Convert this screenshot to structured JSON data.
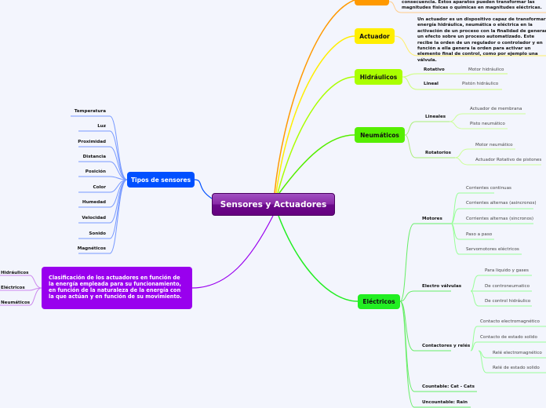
{
  "central": {
    "label": "Sensores y Actuadores",
    "color": "#6a0a8a"
  },
  "sensor_def": {
    "lines": [
      "consecuencia. Estos aparatos pueden transformar las",
      "magnitudes físicas o químicas en magnitudes eléctricas."
    ],
    "color": "#ff9900"
  },
  "actuador": {
    "label": "Actuador",
    "color": "#ffee00",
    "description": "Un actuador es un dispositivo capaz de transformar energía hidráulica, neumática o eléctrica en la activación de un proceso con la finalidad de generar un efecto sobre un proceso automatizado. Este recibe la orden de un regulador o controlador y en función a ella genera la orden para activar un elemento final de control, como por ejemplo una válvula."
  },
  "hidraulicos": {
    "label": "Hidráulicos",
    "color": "#aaff00",
    "children": [
      {
        "label": "Rotativo",
        "item": "Motor hidráulico"
      },
      {
        "label": "Lineal",
        "item": "Pistón hidráulico"
      }
    ]
  },
  "neumaticos": {
    "label": "Neumáticos",
    "color": "#55ee00",
    "children": [
      {
        "label": "Lineales",
        "items": [
          "Actuador de membrana",
          "Pisto neumático"
        ]
      },
      {
        "label": "Rotatorios",
        "items": [
          "Motor neumático",
          "Actuador Rotativo de pistones"
        ]
      }
    ]
  },
  "electricos": {
    "label": "Eléctricos",
    "color": "#22ee22",
    "children": [
      {
        "label": "Motores",
        "items": [
          "Corrientes continuas",
          "Corrientes alternas (asincronos)",
          "Corrientes alternas (sincronos)",
          "Paso a paso",
          "Servomotores eléctricos"
        ]
      },
      {
        "label": "Electro válvulas",
        "items": [
          "Para liquido y gases",
          "De controneumatico",
          "De control hidráulico"
        ]
      },
      {
        "label": "Contactores y relés",
        "items": [
          "Contacto electromagnético",
          "Contacto de estado solido",
          "Relé electromagnético",
          "Relé de estado solido"
        ]
      },
      {
        "label": "Countable: Cat - Cats"
      },
      {
        "label": "Uncountable: Rain"
      }
    ]
  },
  "tipos_sensores": {
    "label": "Tipos de sensores",
    "color": "#0050ff",
    "items": [
      "Temperatura",
      "Luz",
      "Proximidad",
      "Distancia",
      "Posición",
      "Color",
      "Humedad",
      "Velocidad",
      "Sonido",
      "Magnéticos"
    ]
  },
  "clasificacion": {
    "label": "Clasificación de los actuadores en función de la energía empleada para su funcionamiento, en función de la naturaleza de la energía con la que actúan y en función de su movimiento.",
    "color": "#9900ee",
    "items": [
      "Hidráulicos",
      "Eléctricos",
      "Neumáticos"
    ]
  }
}
